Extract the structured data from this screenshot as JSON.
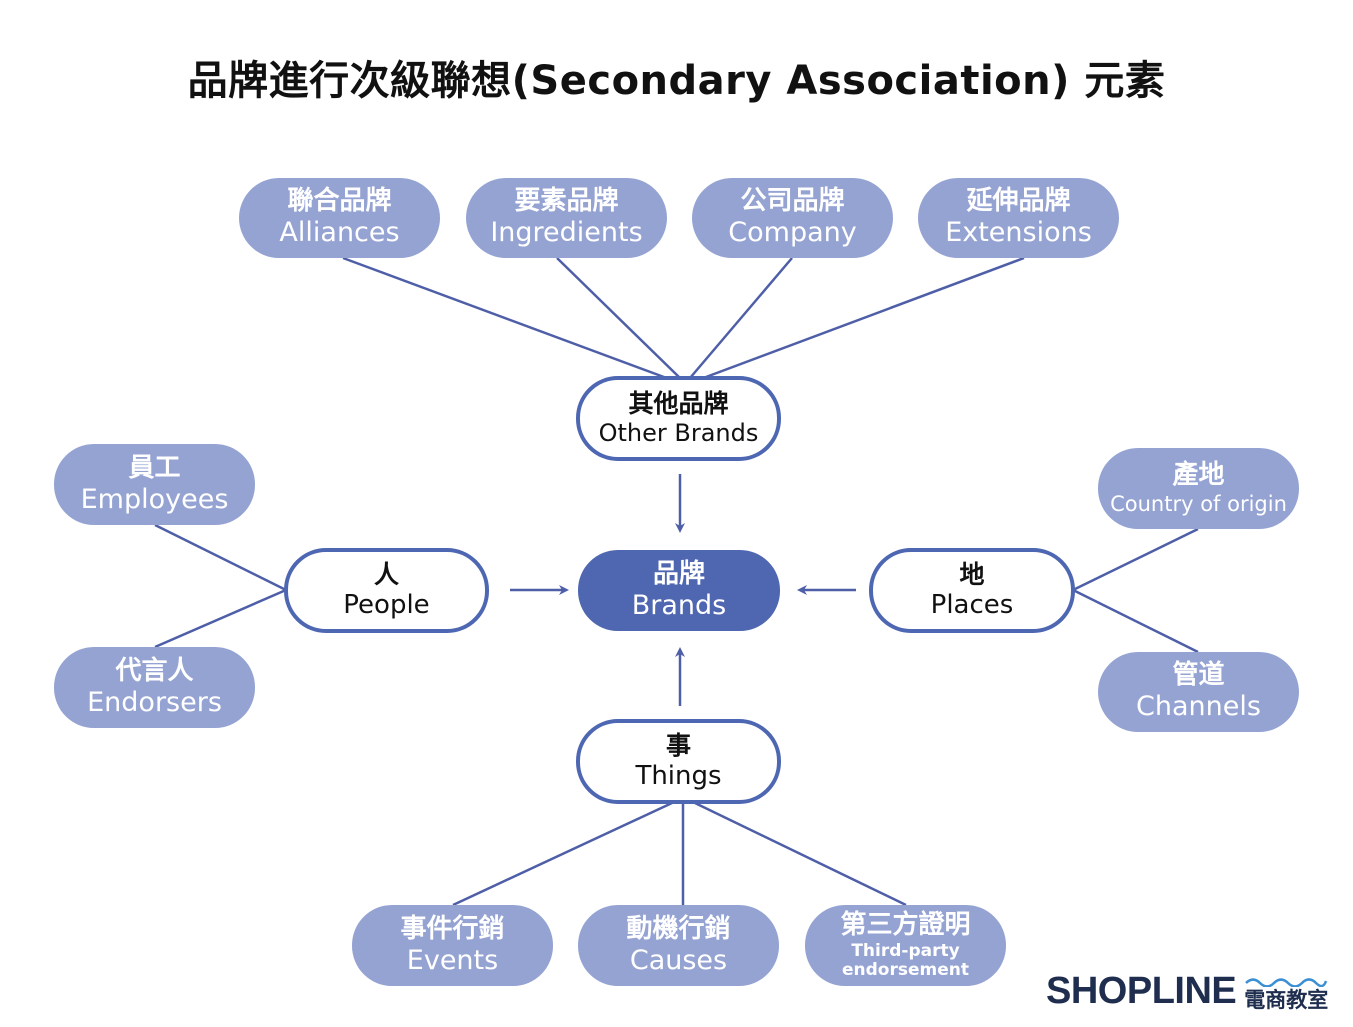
{
  "title": "品牌進行次級聯想(Secondary Association) 元素",
  "center": {
    "zh": "品牌",
    "en": "Brands"
  },
  "groups": {
    "other_brands": {
      "zh": "其他品牌",
      "en": "Other Brands",
      "items": [
        {
          "zh": "聯合品牌",
          "en": "Alliances"
        },
        {
          "zh": "要素品牌",
          "en": "Ingredients"
        },
        {
          "zh": "公司品牌",
          "en": "Company"
        },
        {
          "zh": "延伸品牌",
          "en": "Extensions"
        }
      ]
    },
    "people": {
      "zh": "人",
      "en": "People",
      "items": [
        {
          "zh": "員工",
          "en": "Employees"
        },
        {
          "zh": "代言人",
          "en": "Endorsers"
        }
      ]
    },
    "places": {
      "zh": "地",
      "en": "Places",
      "items": [
        {
          "zh": "產地",
          "en": "Country of origin"
        },
        {
          "zh": "管道",
          "en": "Channels"
        }
      ]
    },
    "things": {
      "zh": "事",
      "en": "Things",
      "items": [
        {
          "zh": "事件行銷",
          "en": "Events"
        },
        {
          "zh": "動機行銷",
          "en": "Causes"
        },
        {
          "zh": "第三方證明",
          "en": "Third-party endorsement"
        }
      ]
    }
  },
  "logo": {
    "wordmark": "SHOPLINE",
    "subtitle": "電商教室"
  },
  "colors": {
    "leaf": "#95a3d3",
    "hub_border": "#4e67b3",
    "center": "#4f66b1",
    "line": "#4e5fa8"
  }
}
